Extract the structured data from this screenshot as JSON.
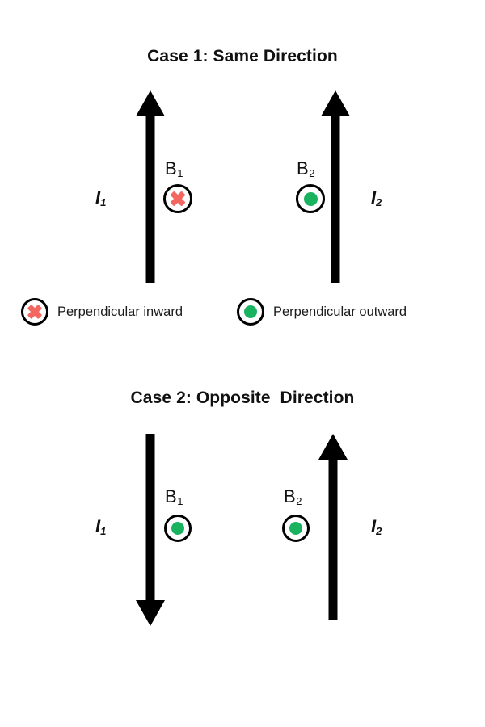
{
  "figure": {
    "background": "#ffffff",
    "stroke_color": "#000000",
    "inward_color": "#f2675f",
    "outward_color": "#19b360"
  },
  "cases": [
    {
      "id": "case-1",
      "title": "Case 1: Same Direction",
      "wires": [
        {
          "id": "wire-1",
          "current_label": "I",
          "current_sub": "1",
          "direction": "up",
          "field_label": "B",
          "field_sub": "1",
          "field_symbol": "perpendicular-inward"
        },
        {
          "id": "wire-2",
          "current_label": "I",
          "current_sub": "2",
          "direction": "up",
          "field_label": "B",
          "field_sub": "2",
          "field_symbol": "perpendicular-outward"
        }
      ]
    },
    {
      "id": "case-2",
      "title": "Case 2: Opposite  Direction",
      "wires": [
        {
          "id": "wire-1",
          "current_label": "I",
          "current_sub": "1",
          "direction": "down",
          "field_label": "B",
          "field_sub": "1",
          "field_symbol": "perpendicular-outward"
        },
        {
          "id": "wire-2",
          "current_label": "I",
          "current_sub": "2",
          "direction": "up",
          "field_label": "B",
          "field_sub": "2",
          "field_symbol": "perpendicular-outward"
        }
      ]
    }
  ],
  "legend": [
    {
      "symbol": "perpendicular-inward",
      "label": "Perpendicular inward"
    },
    {
      "symbol": "perpendicular-outward",
      "label": "Perpendicular outward"
    }
  ]
}
